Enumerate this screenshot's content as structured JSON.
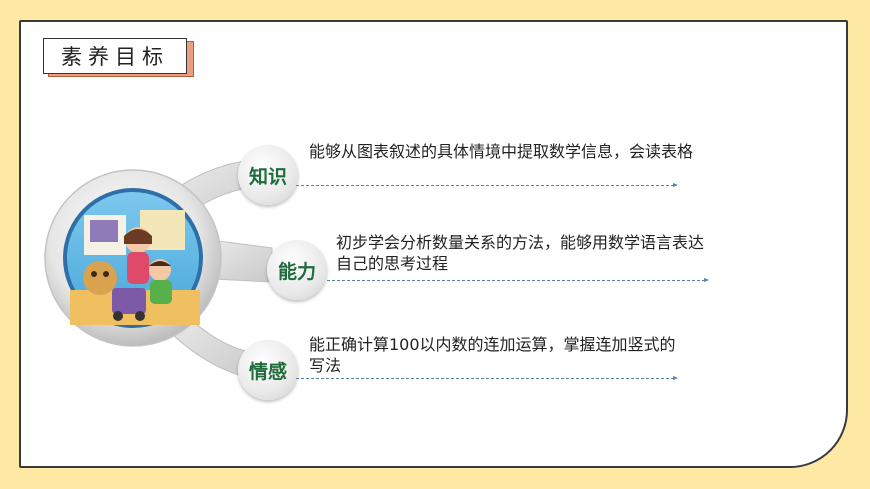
{
  "title": "素养目标",
  "goals": [
    {
      "label": "知识",
      "text": "能够从图表叙述的具体情境中提取数学信息，会读表格"
    },
    {
      "label": "能力",
      "text": "初步学会分析数量关系的方法，能够用数学语言表达自己的思考过程"
    },
    {
      "label": "情感",
      "text": "能正确计算100以内数的连加运算，掌握连加竖式的写法"
    }
  ],
  "colors": {
    "background": "#fde9a4",
    "label": "#1e6b3c",
    "title_shadow": "#e9a07f"
  }
}
